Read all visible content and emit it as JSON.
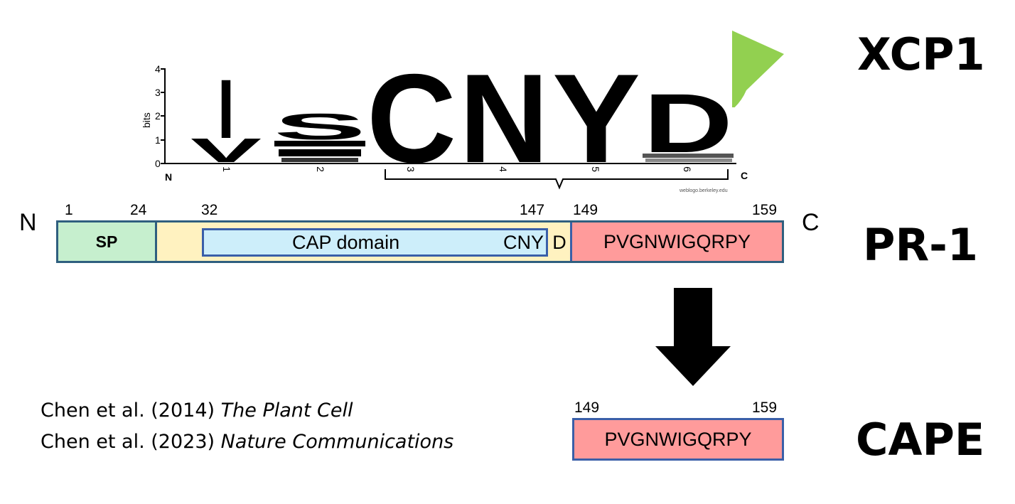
{
  "logo": {
    "y_axis_label": "bits",
    "y_ticks": [
      "0",
      "1",
      "2",
      "3",
      "4"
    ],
    "n_label": "N",
    "c_label": "C",
    "positions": [
      "1",
      "2",
      "3",
      "4",
      "5",
      "6"
    ],
    "letters": {
      "p1_top": "I",
      "p1_bottom": "V",
      "p2_top": "S",
      "p3": "C",
      "p4": "N",
      "p5": "Y",
      "p6": "D"
    },
    "credit": "weblogo.berkeley.edu"
  },
  "enzyme": {
    "name": "XCP1",
    "color": "#92d050"
  },
  "protein": {
    "name": "PR-1",
    "n_term": "N",
    "c_term": "C",
    "positions": {
      "p1": "1",
      "p24": "24",
      "p32": "32",
      "p147": "147",
      "p149": "149",
      "p159": "159"
    },
    "segments": {
      "sp": "SP",
      "cap_domain": "CAP domain",
      "cny": "CNY",
      "d": "D",
      "peptide": "PVGNWIGQRPY"
    },
    "colors": {
      "sp": "#c6efce",
      "linker": "#fff2c0",
      "cap": "#cdeefa",
      "peptide": "#ff9b9b",
      "border": "#3a5fa8"
    }
  },
  "product": {
    "name": "CAPE",
    "start": "149",
    "end": "159",
    "peptide": "PVGNWIGQRPY"
  },
  "citations": [
    {
      "authors": "Chen et al. (2014)",
      "journal": "The Plant Cell"
    },
    {
      "authors": "Chen et al. (2023)",
      "journal": "Nature Communications"
    }
  ]
}
